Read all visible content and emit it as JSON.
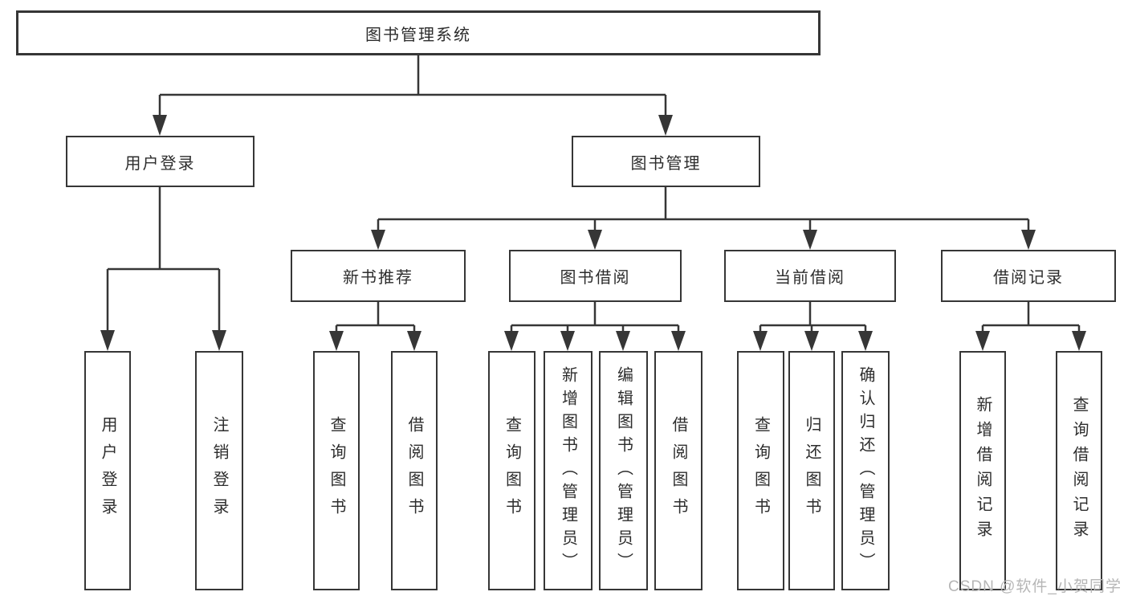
{
  "diagram": {
    "type": "tree",
    "root": {
      "label": "图书管理系统"
    },
    "branches": [
      {
        "label": "用户登录",
        "children": [
          "用户登录",
          "注销登录"
        ]
      },
      {
        "label": "图书管理",
        "groups": [
          {
            "label": "新书推荐",
            "children": [
              "查询图书",
              "借阅图书"
            ]
          },
          {
            "label": "图书借阅",
            "children": [
              "查询图书",
              "新增图书（管理员）",
              "编辑图书（管理员）",
              "借阅图书"
            ]
          },
          {
            "label": "当前借阅",
            "children": [
              "查询图书",
              "归还图书",
              "确认归还（管理员）"
            ]
          },
          {
            "label": "借阅记录",
            "children": [
              "新增借阅记录",
              "查询借阅记录"
            ]
          }
        ]
      }
    ],
    "colors": {
      "line": "#363636",
      "box_border": "#363636",
      "text": "#2d2d2d",
      "watermark": "#b6b6b6",
      "background": "#ffffff"
    }
  },
  "page": {
    "watermark": "CSDN @软件_小贺同学"
  }
}
